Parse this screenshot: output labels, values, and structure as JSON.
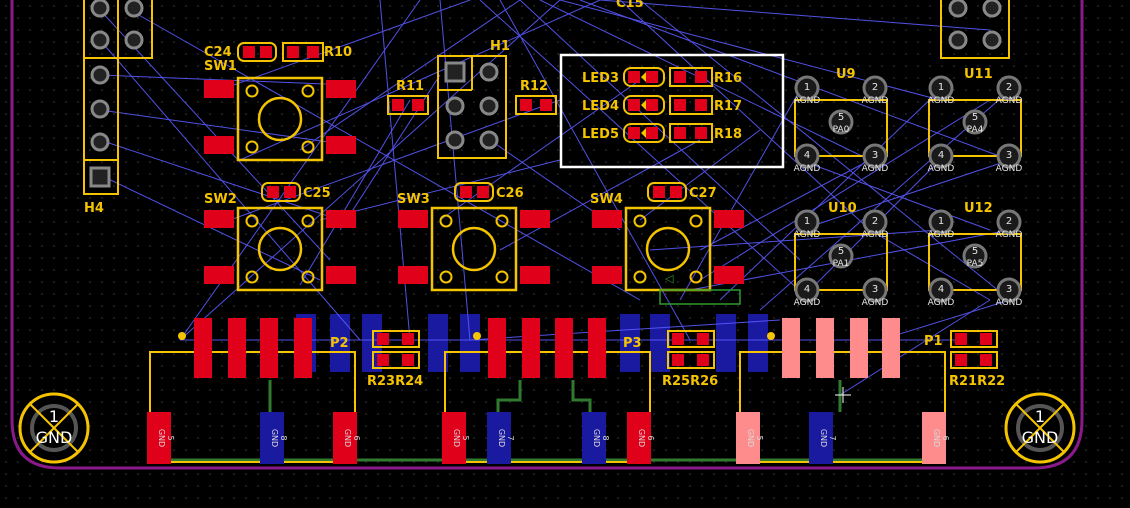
{
  "colors": {
    "background": "#000000",
    "silkscreen": "#f5c400",
    "copper_top": "#e0001a",
    "copper_bottom": "#1a1aa0",
    "ratsnest": "#5a5aff",
    "board_outline": "#8a1a8a",
    "trace_green": "#2f7a2f",
    "selection": "#ffffff",
    "pink_pad": "#ff8c8c"
  },
  "mounting_holes": [
    {
      "number": "1",
      "net": "GND"
    },
    {
      "number": "1",
      "net": "GND"
    }
  ],
  "headers": {
    "h4": "H4",
    "h1": "H1"
  },
  "switches": [
    "SW1",
    "SW2",
    "SW3",
    "SW4"
  ],
  "capacitors": [
    "C24",
    "C25",
    "C26",
    "C27",
    "C15"
  ],
  "resistors": {
    "r10": "R10",
    "r11": "R11",
    "r12": "R12",
    "r16": "R16",
    "r17": "R17",
    "r18": "R18",
    "r21r22": "R21R22",
    "r23r24": "R23R24",
    "r25r26": "R25R26"
  },
  "leds": [
    "LED3",
    "LED4",
    "LED5"
  ],
  "connectors": [
    "P2",
    "P3",
    "P1"
  ],
  "ics": [
    {
      "ref": "U9",
      "center": "PA0",
      "pins": [
        {
          "n": "1",
          "name": "AGND"
        },
        {
          "n": "2",
          "name": "AGND"
        },
        {
          "n": "4",
          "name": "AGND"
        },
        {
          "n": "3",
          "name": "AGND"
        }
      ]
    },
    {
      "ref": "U11",
      "center": "PA4",
      "pins": [
        {
          "n": "1",
          "name": "AGND"
        },
        {
          "n": "2",
          "name": "AGND"
        },
        {
          "n": "4",
          "name": "AGND"
        },
        {
          "n": "3",
          "name": "AGND"
        }
      ]
    },
    {
      "ref": "U10",
      "center": "PA1",
      "pins": [
        {
          "n": "1",
          "name": "AGND"
        },
        {
          "n": "2",
          "name": "AGND"
        },
        {
          "n": "4",
          "name": "AGND"
        },
        {
          "n": "3",
          "name": "AGND"
        }
      ]
    },
    {
      "ref": "U12",
      "center": "PA5",
      "pins": [
        {
          "n": "1",
          "name": "AGND"
        },
        {
          "n": "2",
          "name": "AGND"
        },
        {
          "n": "4",
          "name": "AGND"
        },
        {
          "n": "3",
          "name": "AGND"
        }
      ]
    }
  ],
  "ic_center_pin": "5",
  "connector_pads": [
    {
      "name": "GND",
      "num": "5",
      "color": "red"
    },
    {
      "name": "GND",
      "num": "8",
      "color": "blue"
    },
    {
      "name": "GND",
      "num": "6",
      "color": "red"
    },
    {
      "name": "GND",
      "num": "5",
      "color": "red"
    },
    {
      "name": "GND",
      "num": "7",
      "color": "blue"
    },
    {
      "name": "GND",
      "num": "8",
      "color": "blue"
    },
    {
      "name": "GND",
      "num": "6",
      "color": "red"
    },
    {
      "name": "GND",
      "num": "5",
      "color": "pink"
    },
    {
      "name": "GND",
      "num": "7",
      "color": "blue"
    },
    {
      "name": "GND",
      "num": "6",
      "color": "pink"
    }
  ]
}
